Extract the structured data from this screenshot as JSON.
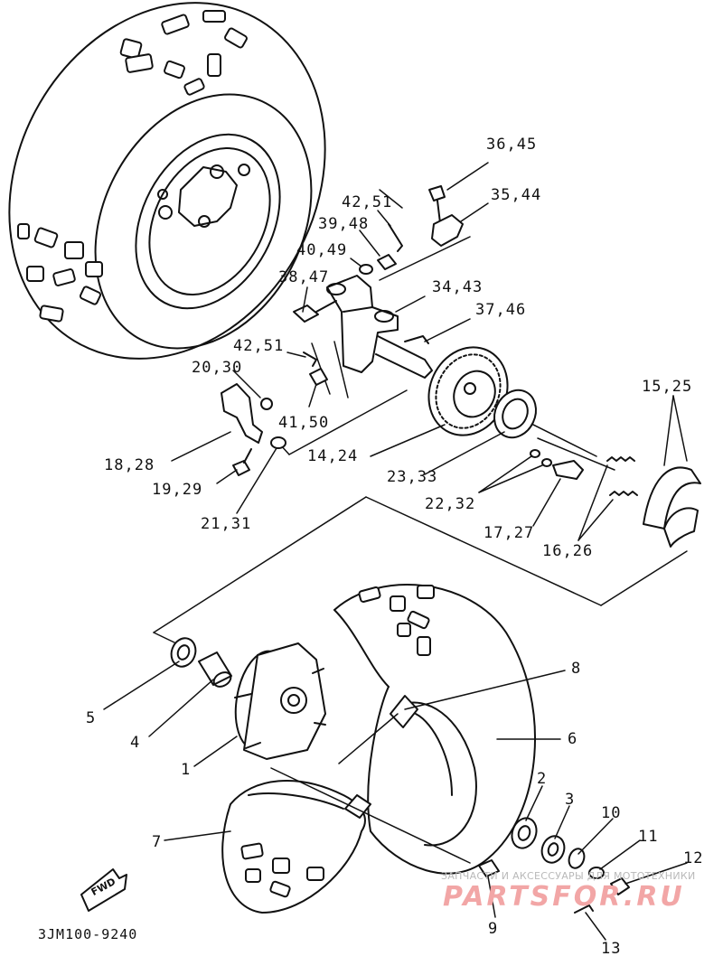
{
  "diagram": {
    "code": "3JM100-9240",
    "fwd": "FWD",
    "labels": {
      "p36_45": "36,45",
      "p35_44": "35,44",
      "p42_51a": "42,51",
      "p39_48": "39,48",
      "p40_49": "40,49",
      "p38_47": "38,47",
      "p34_43": "34,43",
      "p37_46": "37,46",
      "p42_51b": "42,51",
      "p20_30": "20,30",
      "p41_50": "41,50",
      "p15_25": "15,25",
      "p18_28": "18,28",
      "p14_24": "14,24",
      "p23_33": "23,33",
      "p19_29": "19,29",
      "p22_32": "22,32",
      "p17_27": "17,27",
      "p21_31": "21,31",
      "p16_26": "16,26",
      "p8": "8",
      "p5": "5",
      "p6": "6",
      "p4": "4",
      "p1": "1",
      "p2": "2",
      "p3": "3",
      "p10": "10",
      "p7": "7",
      "p11": "11",
      "p12": "12",
      "p9": "9",
      "p13": "13"
    }
  },
  "watermark": {
    "small": "ЗАПЧАСТИ И АКСЕССУАРЫ ДЛЯ МОТОТЕХНИКИ",
    "big": "PARTSFOR.RU"
  }
}
